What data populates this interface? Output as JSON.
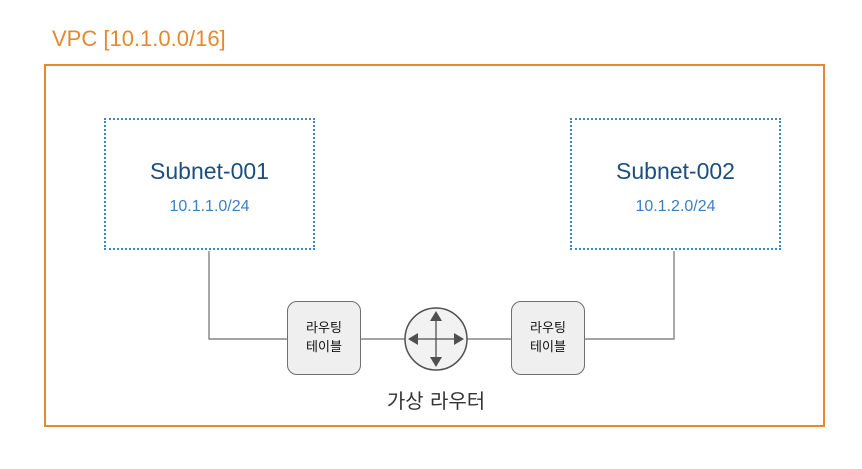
{
  "vpc": {
    "label": "VPC [10.1.0.0/16]",
    "color": "#E6882E"
  },
  "subnets": [
    {
      "name": "Subnet-001",
      "cidr": "10.1.1.0/24"
    },
    {
      "name": "Subnet-002",
      "cidr": "10.1.2.0/24"
    }
  ],
  "route_tables": [
    {
      "line1": "라우팅",
      "line2": "테이블"
    },
    {
      "line1": "라우팅",
      "line2": "테이블"
    }
  ],
  "router": {
    "label": "가상 라우터",
    "icon": "router-icon"
  },
  "colors": {
    "vpc_border": "#E6882E",
    "subnet_border": "#3C88C4",
    "subnet_name": "#1D4E7E",
    "subnet_cidr": "#3C7FC0",
    "connector": "#6E6E6E"
  }
}
